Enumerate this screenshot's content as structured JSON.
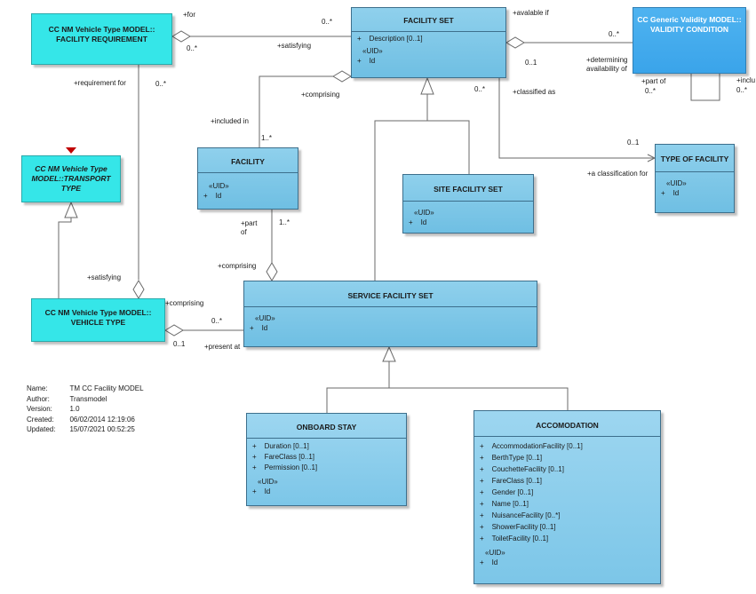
{
  "classes": {
    "facility_requirement": {
      "title": "CC NM Vehicle Type MODEL::\nFACILITY REQUIREMENT"
    },
    "facility_set": {
      "title": "FACILITY SET",
      "attrs": [
        "Description [0..1]"
      ],
      "stereo": "«UID»",
      "uid": "Id"
    },
    "validity_condition": {
      "title": "CC Generic Validity MODEL::\nVALIDITY CONDITION"
    },
    "transport_type": {
      "title": "CC NM Vehicle Type\nMODEL::TRANSPORT\nTYPE"
    },
    "facility": {
      "title": "FACILITY",
      "stereo": "«UID»",
      "uid": "Id"
    },
    "site_facility_set": {
      "title": "SITE FACILITY SET",
      "stereo": "«UID»",
      "uid": "Id"
    },
    "type_of_facility": {
      "title": "TYPE OF FACILITY",
      "stereo": "«UID»",
      "uid": "Id"
    },
    "vehicle_type": {
      "title": "CC NM Vehicle Type MODEL::\nVEHICLE TYPE"
    },
    "service_facility_set": {
      "title": "SERVICE FACILITY SET",
      "stereo": "«UID»",
      "uid": "Id"
    },
    "onboard_stay": {
      "title": "ONBOARD STAY",
      "attrs": [
        "Duration [0..1]",
        "FareClass [0..1]",
        "Permission [0..1]"
      ],
      "stereo": "«UID»",
      "uid": "Id"
    },
    "accomodation": {
      "title": "ACCOMODATION",
      "attrs": [
        "AccommodationFacility [0..1]",
        "BerthType [0..1]",
        "CouchetteFacility [0..1]",
        "FareClass [0..1]",
        "Gender [0..1]",
        "Name [0..1]",
        "NuisanceFacility [0..*]",
        "ShowerFacility [0..1]",
        "ToiletFacility [0..1]"
      ],
      "stereo": "«UID»",
      "uid": "Id"
    }
  },
  "labels": {
    "for": "+for",
    "m_for": "0..*",
    "m_fr_left": "0..*",
    "satisfying_top": "+satisfying",
    "avalable_if": "+avalable if",
    "m_vc": "0..*",
    "m_fs_vc": "0..1",
    "determining": "+determining\navailability of",
    "part_of_vc": "+part of",
    "m_part_vc": "0..*",
    "inclu": "+inclu",
    "m_inclu": "0..*",
    "requirement_for": "+requirement for",
    "m_req": "0..*",
    "comprising_fs": "+comprising",
    "m_fs_bottom": "0..*",
    "classified_as": "+classified as",
    "included_in": "+included in",
    "m_fac": "1..*",
    "m_tof": "0..1",
    "classification_for": "+a classification for",
    "part_of_fac": "+part\nof",
    "m_fac_sfs": "1..*",
    "comprising_sfs": "+comprising",
    "satisfying_vt": "+satisfying",
    "comprising_vt": "+comprising",
    "m_vt_a": "0..*",
    "m_vt_b": "0..1",
    "present_at": "+present at",
    "plus": "+"
  },
  "meta": {
    "keys": [
      "Name:",
      "Author:",
      "Version:",
      "Created:",
      "Updated:"
    ],
    "values": [
      "TM CC Facility MODEL",
      "Transmodel",
      "1.0",
      "06/02/2014 12:19:06",
      "15/07/2021 00:52:25"
    ]
  },
  "colors": {
    "class_fill": "#7cc6e8",
    "external_fill": "#35e6e8",
    "validity_fill": "#3aa4ea",
    "line": "#555555"
  }
}
